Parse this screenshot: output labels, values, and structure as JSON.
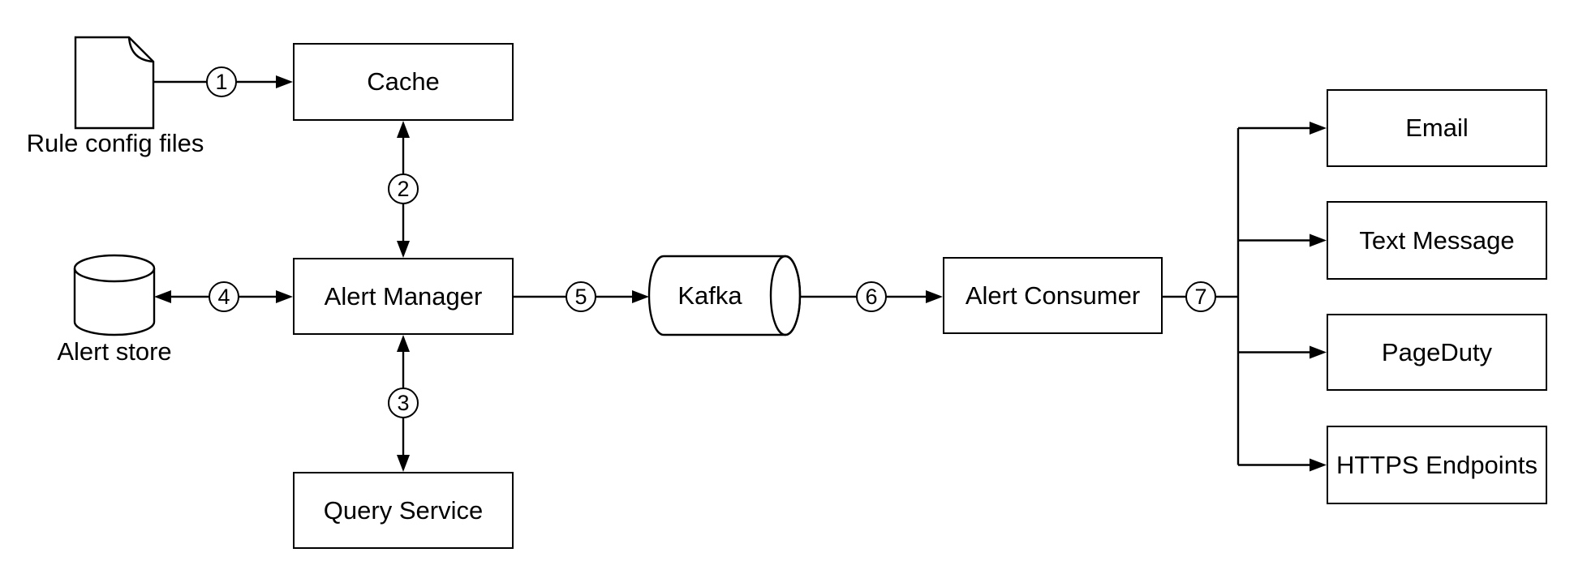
{
  "diagram_type": "system-architecture-flow",
  "colors": {
    "background": "#ffffff",
    "stroke": "#000000",
    "text": "#000000",
    "node_fill": "#ffffff"
  },
  "nodes": {
    "rule_config_files": "Rule config files",
    "cache": "Cache",
    "alert_store": "Alert store",
    "alert_manager": "Alert Manager",
    "query_service": "Query Service",
    "kafka": "Kafka",
    "alert_consumer": "Alert Consumer",
    "email": "Email",
    "text_message": "Text Message",
    "pageduty": "PageDuty",
    "https_endpoints": "HTTPS Endpoints"
  },
  "steps": [
    "1",
    "2",
    "3",
    "4",
    "5",
    "6",
    "7"
  ],
  "edges": [
    {
      "step": "1",
      "from": "rule_config_files",
      "to": "cache",
      "direction": "one-way"
    },
    {
      "step": "2",
      "from": "cache",
      "to": "alert_manager",
      "direction": "two-way"
    },
    {
      "step": "3",
      "from": "alert_manager",
      "to": "query_service",
      "direction": "two-way"
    },
    {
      "step": "4",
      "from": "alert_store",
      "to": "alert_manager",
      "direction": "two-way"
    },
    {
      "step": "5",
      "from": "alert_manager",
      "to": "kafka",
      "direction": "one-way"
    },
    {
      "step": "6",
      "from": "kafka",
      "to": "alert_consumer",
      "direction": "one-way"
    },
    {
      "step": "7",
      "from": "alert_consumer",
      "to": [
        "email",
        "text_message",
        "pageduty",
        "https_endpoints"
      ],
      "direction": "one-way-fanout"
    }
  ]
}
